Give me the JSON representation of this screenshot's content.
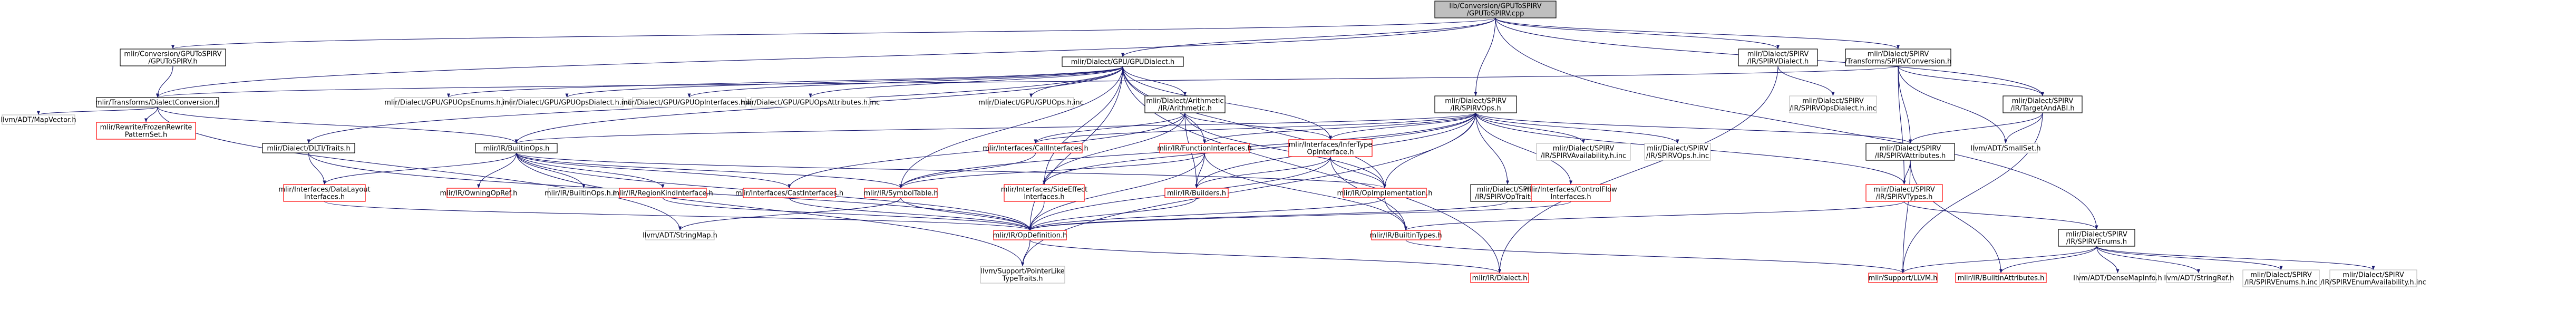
{
  "colors": {
    "root_fill": "#bfbfbf",
    "doc_fill": "#ffffff",
    "doc_border": "#000000",
    "missing_border": "#ff0000",
    "ext_fill": "#ffffff",
    "ext_border": "#bfbfbf",
    "edge": "#191970"
  },
  "nodes": [
    {
      "id": "root",
      "kind": "root",
      "lines": [
        "lib/Conversion/GPUToSPIRV",
        "/GPUToSPIRV.cpp"
      ]
    },
    {
      "id": "gpuconv",
      "kind": "doc",
      "lines": [
        "mlir/Conversion/GPUToSPIRV",
        "/GPUToSPIRV.h"
      ]
    },
    {
      "id": "gpudialect",
      "kind": "doc",
      "lines": [
        "mlir/Dialect/GPU/GPUDialect.h"
      ]
    },
    {
      "id": "spirvdialect",
      "kind": "doc",
      "lines": [
        "mlir/Dialect/SPIRV",
        "/IR/SPIRVDialect.h"
      ]
    },
    {
      "id": "spirvconv",
      "kind": "doc",
      "lines": [
        "mlir/Dialect/SPIRV",
        "/Transforms/SPIRVConversion.h"
      ]
    },
    {
      "id": "transforms",
      "kind": "doc",
      "lines": [
        "mlir/Transforms/DialectConversion.h"
      ]
    },
    {
      "id": "mapvector",
      "kind": "ext",
      "lines": [
        "llvm/ADT/MapVector.h"
      ]
    },
    {
      "id": "rewrite",
      "kind": "missing",
      "lines": [
        "mlir/Rewrite/FrozenRewrite",
        "PatternSet.h"
      ]
    },
    {
      "id": "dlti",
      "kind": "doc",
      "lines": [
        "mlir/Dialect/DLTI/Traits.h"
      ]
    },
    {
      "id": "builtinops",
      "kind": "doc",
      "lines": [
        "mlir/IR/BuiltinOps.h"
      ]
    },
    {
      "id": "gpuopsenums",
      "kind": "ext",
      "lines": [
        "mlir/Dialect/GPU/GPUOpsEnums.h.inc"
      ]
    },
    {
      "id": "gpuopsdialect",
      "kind": "ext",
      "lines": [
        "mlir/Dialect/GPU/GPUOpsDialect.h.inc"
      ]
    },
    {
      "id": "gpuopinterfaces",
      "kind": "ext",
      "lines": [
        "mlir/Dialect/GPU/GPUOpInterfaces.h.inc"
      ]
    },
    {
      "id": "gpuopsattrs",
      "kind": "ext",
      "lines": [
        "mlir/Dialect/GPU/GPUOpsAttributes.h.inc"
      ]
    },
    {
      "id": "gpuopsinc",
      "kind": "ext",
      "lines": [
        "mlir/Dialect/GPU/GPUOps.h.inc"
      ]
    },
    {
      "id": "arith",
      "kind": "doc",
      "lines": [
        "mlir/Dialect/Arithmetic",
        "/IR/Arithmetic.h"
      ]
    },
    {
      "id": "spirvops",
      "kind": "doc",
      "lines": [
        "mlir/Dialect/SPIRV",
        "/IR/SPIRVOps.h"
      ]
    },
    {
      "id": "spirvopsdialectinc",
      "kind": "ext",
      "lines": [
        "mlir/Dialect/SPIRV",
        "/IR/SPIRVOpsDialect.h.inc"
      ]
    },
    {
      "id": "targetandabi",
      "kind": "doc",
      "lines": [
        "mlir/Dialect/SPIRV",
        "/IR/TargetAndABI.h"
      ]
    },
    {
      "id": "smallset",
      "kind": "ext",
      "lines": [
        "llvm/ADT/SmallSet.h"
      ]
    },
    {
      "id": "spirvattrs",
      "kind": "doc",
      "lines": [
        "mlir/Dialect/SPIRV",
        "/IR/SPIRVAttributes.h"
      ]
    },
    {
      "id": "callinterfaces",
      "kind": "missing",
      "lines": [
        "mlir/Interfaces/CallInterfaces.h"
      ]
    },
    {
      "id": "funcinterfaces",
      "kind": "missing",
      "lines": [
        "mlir/IR/FunctionInterfaces.h"
      ]
    },
    {
      "id": "infertype",
      "kind": "missing",
      "lines": [
        "mlir/Interfaces/InferType",
        "OpInterface.h"
      ]
    },
    {
      "id": "availability",
      "kind": "ext",
      "lines": [
        "mlir/Dialect/SPIRV",
        "/IR/SPIRVAvailability.h.inc"
      ]
    },
    {
      "id": "spirvopsinc",
      "kind": "ext",
      "lines": [
        "mlir/Dialect/SPIRV",
        "/IR/SPIRVOps.h.inc"
      ]
    },
    {
      "id": "datalayout",
      "kind": "missing",
      "lines": [
        "mlir/Interfaces/DataLayout",
        "Interfaces.h"
      ]
    },
    {
      "id": "owningop",
      "kind": "missing",
      "lines": [
        "mlir/IR/OwningOpRef.h"
      ]
    },
    {
      "id": "builtinopsinc",
      "kind": "ext",
      "lines": [
        "mlir/IR/BuiltinOps.h.inc"
      ]
    },
    {
      "id": "regionkind",
      "kind": "missing",
      "lines": [
        "mlir/IR/RegionKindInterface.h"
      ]
    },
    {
      "id": "castinterfaces",
      "kind": "missing",
      "lines": [
        "mlir/Interfaces/CastInterfaces.h"
      ]
    },
    {
      "id": "symboltable",
      "kind": "missing",
      "lines": [
        "mlir/IR/SymbolTable.h"
      ]
    },
    {
      "id": "sideeffect",
      "kind": "missing",
      "lines": [
        "mlir/Interfaces/SideEffect",
        "Interfaces.h"
      ]
    },
    {
      "id": "builders",
      "kind": "missing",
      "lines": [
        "mlir/IR/Builders.h"
      ]
    },
    {
      "id": "opimpl",
      "kind": "missing",
      "lines": [
        "mlir/IR/OpImplementation.h"
      ]
    },
    {
      "id": "spirvoptraits",
      "kind": "doc",
      "lines": [
        "mlir/Dialect/SPIRV",
        "/IR/SPIRVOpTraits.h"
      ]
    },
    {
      "id": "controlflow",
      "kind": "missing",
      "lines": [
        "mlir/Interfaces/ControlFlow",
        "Interfaces.h"
      ]
    },
    {
      "id": "spirvtypes",
      "kind": "missing",
      "lines": [
        "mlir/Dialect/SPIRV",
        "/IR/SPIRVTypes.h"
      ]
    },
    {
      "id": "spirvenums",
      "kind": "doc",
      "lines": [
        "mlir/Dialect/SPIRV",
        "/IR/SPIRVEnums.h"
      ]
    },
    {
      "id": "stringmap",
      "kind": "ext",
      "lines": [
        "llvm/ADT/StringMap.h"
      ]
    },
    {
      "id": "opdefinition",
      "kind": "missing",
      "lines": [
        "mlir/IR/OpDefinition.h"
      ]
    },
    {
      "id": "builtintypes",
      "kind": "missing",
      "lines": [
        "mlir/IR/BuiltinTypes.h"
      ]
    },
    {
      "id": "pointerlike",
      "kind": "ext",
      "lines": [
        "llvm/Support/PointerLike",
        "TypeTraits.h"
      ]
    },
    {
      "id": "irdialect",
      "kind": "missing",
      "lines": [
        "mlir/IR/Dialect.h"
      ]
    },
    {
      "id": "supportllvm",
      "kind": "missing",
      "lines": [
        "mlir/Support/LLVM.h"
      ]
    },
    {
      "id": "builtinattrs",
      "kind": "missing",
      "lines": [
        "mlir/IR/BuiltinAttributes.h"
      ]
    },
    {
      "id": "densemapinfo",
      "kind": "ext",
      "lines": [
        "llvm/ADT/DenseMapInfo.h"
      ]
    },
    {
      "id": "stringref",
      "kind": "ext",
      "lines": [
        "llvm/ADT/StringRef.h"
      ]
    },
    {
      "id": "spirvenumsinc",
      "kind": "ext",
      "lines": [
        "mlir/Dialect/SPIRV",
        "/IR/SPIRVEnums.h.inc"
      ]
    },
    {
      "id": "enumavail",
      "kind": "ext",
      "lines": [
        "mlir/Dialect/SPIRV",
        "/IR/SPIRVEnumAvailability.h.inc"
      ]
    }
  ]
}
